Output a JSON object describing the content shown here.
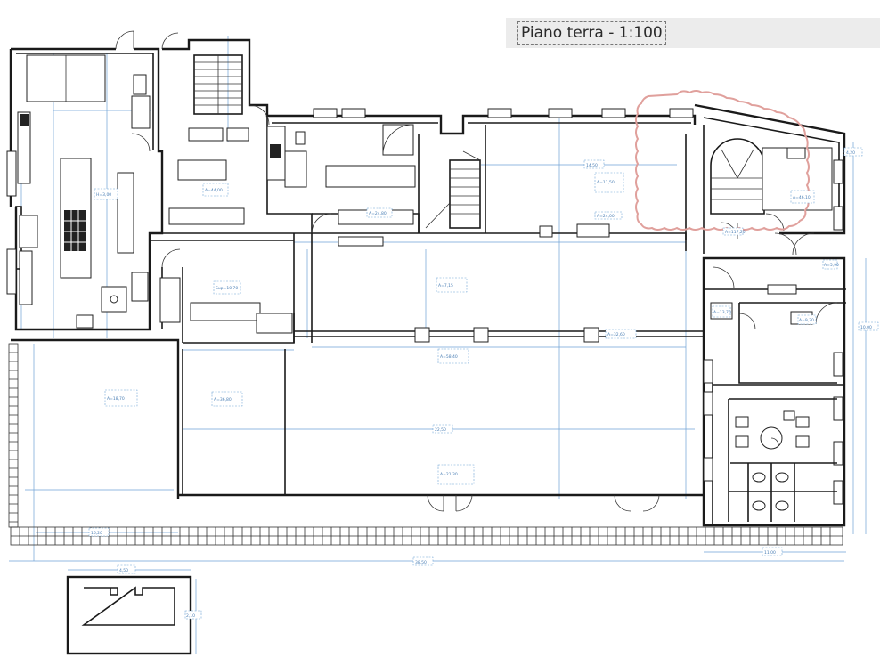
{
  "title": "Piano terra - 1:100",
  "colors": {
    "background": "#ffffff",
    "walls": "#1a1a1a",
    "dimension_lines": "#6fa3d6",
    "revision_cloud": "#e0a09c",
    "title_box": "#ececec"
  },
  "dimensions": {
    "overall_width": "38,50",
    "central_hall": "22,50",
    "right_block": "11,00",
    "terrace_width": "16,20",
    "annex_width": "4,50",
    "annex_height": "2,10",
    "service_height": "10,00",
    "gallery_span": "14,50",
    "wc_depth": "4,20"
  },
  "room_tags": [
    "H=3,00",
    "A=44,00",
    "Sup=10,70",
    "A=24,80",
    "A=7,15",
    "A=11,50",
    "A=18,70",
    "A=36,80",
    "A=21,30",
    "A=58,40",
    "A=32,60",
    "A=46,10",
    "A=117,20",
    "A=13,70",
    "A=9,30",
    "A=5,90",
    "A=24,00"
  ]
}
